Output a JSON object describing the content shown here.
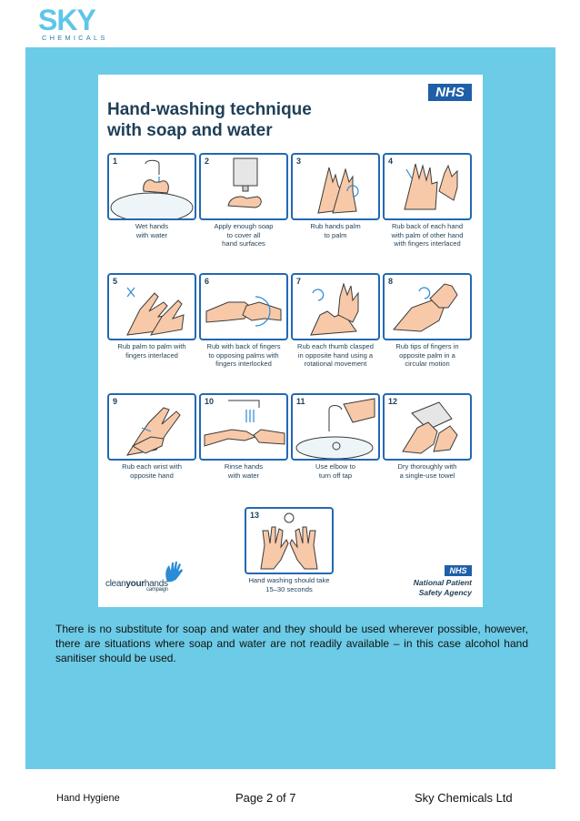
{
  "header": {
    "logo_main": "SKY",
    "logo_sub": "CHEMICALS"
  },
  "poster": {
    "title_line1": "Hand-washing technique",
    "title_line2": "with soap and water",
    "nhs_badge": "NHS",
    "steps": [
      {
        "num": "1",
        "caption": "Wet hands\nwith water",
        "icon": "wet-hands-icon"
      },
      {
        "num": "2",
        "caption": "Apply enough soap\nto cover all\nhand surfaces",
        "icon": "soap-dispenser-icon"
      },
      {
        "num": "3",
        "caption": "Rub hands palm\nto palm",
        "icon": "palm-to-palm-icon"
      },
      {
        "num": "4",
        "caption": "Rub back of each hand\nwith palm of other hand\nwith fingers interlaced",
        "icon": "back-of-hand-icon"
      },
      {
        "num": "5",
        "caption": "Rub palm to palm with\nfingers interlaced",
        "icon": "fingers-interlaced-icon"
      },
      {
        "num": "6",
        "caption": "Rub with back of fingers\nto opposing palms with\nfingers interlocked",
        "icon": "fingers-interlocked-icon"
      },
      {
        "num": "7",
        "caption": "Rub each thumb clasped\nin opposite hand using a\nrotational movement",
        "icon": "thumb-rotation-icon"
      },
      {
        "num": "8",
        "caption": "Rub tips of fingers in\nopposite palm in a\ncircular motion",
        "icon": "fingertips-icon"
      },
      {
        "num": "9",
        "caption": "Rub each wrist with\nopposite hand",
        "icon": "wrist-icon"
      },
      {
        "num": "10",
        "caption": "Rinse hands\nwith water",
        "icon": "rinse-hands-icon"
      },
      {
        "num": "11",
        "caption": "Use elbow to\nturn off tap",
        "icon": "tap-elbow-icon"
      },
      {
        "num": "12",
        "caption": "Dry thoroughly with\na single-use towel",
        "icon": "towel-icon"
      },
      {
        "num": "13",
        "caption": "Hand washing should take\n15–30 seconds",
        "icon": "clean-hands-timer-icon"
      }
    ],
    "cleanyourhands_pre": "clean",
    "cleanyourhands_bold": "your",
    "cleanyourhands_post": "hands",
    "cleanyourhands_sub": "campaign",
    "npsa_badge": "NHS",
    "npsa_line1": "National Patient",
    "npsa_line2": "Safety Agency"
  },
  "body_text": "There is no substitute for soap and water and they should be used wherever possible, however, there are situations where soap and water are not readily available – in this case alcohol hand sanitiser should be used.",
  "footer": {
    "left": "Hand Hygiene",
    "center": "Page 2 of 7",
    "right": "Sky Chemicals Ltd"
  },
  "colors": {
    "panel": "#6ccbe6",
    "accent_blue": "#2368b3",
    "logo": "#5ec6e8"
  }
}
